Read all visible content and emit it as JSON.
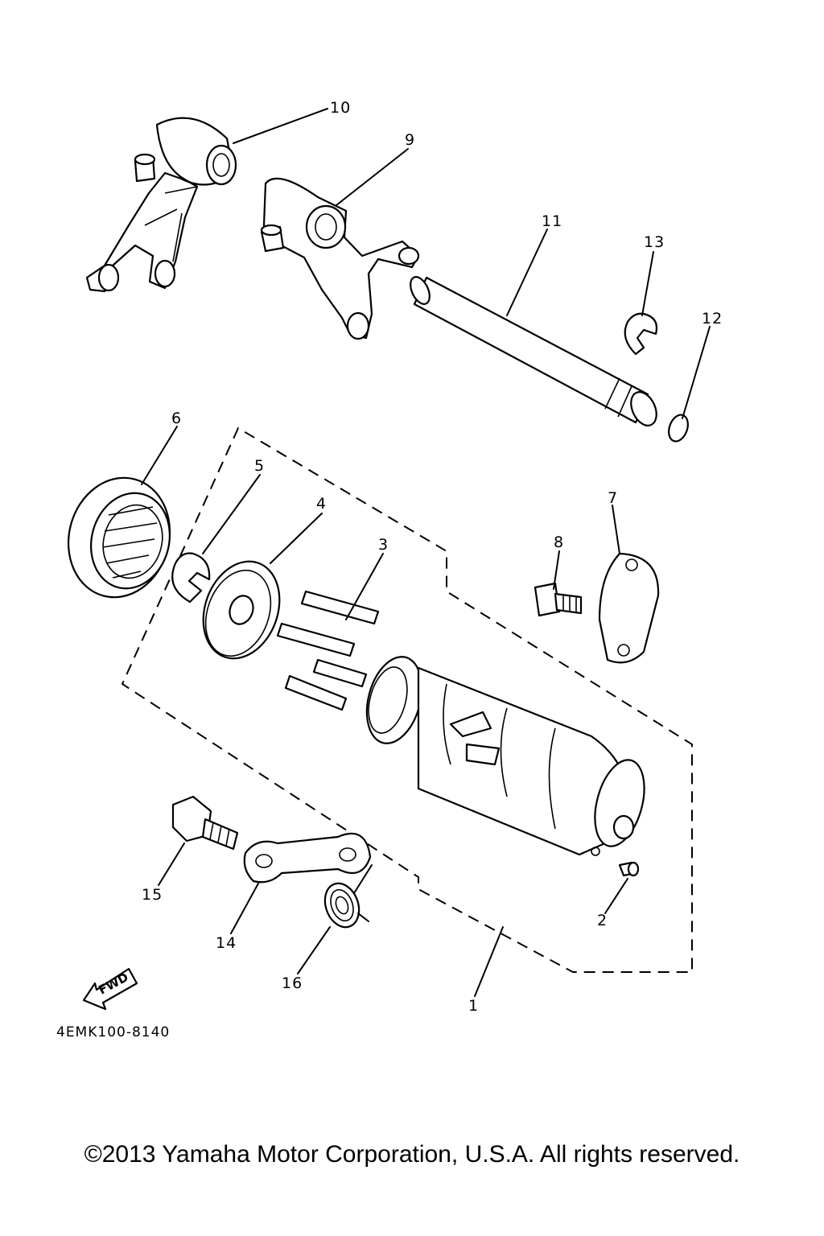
{
  "diagram": {
    "callouts": [
      {
        "id": "1",
        "text": "1"
      },
      {
        "id": "2",
        "text": "2"
      },
      {
        "id": "3",
        "text": "3"
      },
      {
        "id": "4",
        "text": "4"
      },
      {
        "id": "5",
        "text": "5"
      },
      {
        "id": "6",
        "text": "6"
      },
      {
        "id": "7",
        "text": "7"
      },
      {
        "id": "8",
        "text": "8"
      },
      {
        "id": "9",
        "text": "9"
      },
      {
        "id": "10",
        "text": "10"
      },
      {
        "id": "11",
        "text": "11"
      },
      {
        "id": "12",
        "text": "12"
      },
      {
        "id": "13",
        "text": "13"
      },
      {
        "id": "14",
        "text": "14"
      },
      {
        "id": "15",
        "text": "15"
      },
      {
        "id": "16",
        "text": "16"
      }
    ],
    "fwd_label": "FWD",
    "drawing_code": "4EMK100-8140"
  },
  "footer": {
    "copyright": "©2013 Yamaha Motor Corporation, U.S.A. All rights reserved."
  }
}
